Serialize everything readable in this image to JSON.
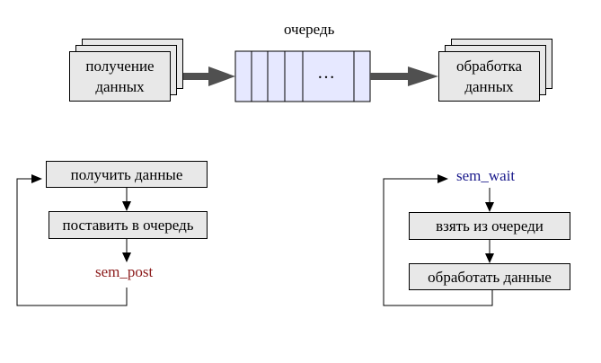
{
  "top": {
    "source_label": "получение\nданных",
    "queue_title": "очередь",
    "queue_ellipsis": "…",
    "sink_label": "обработка\nданных"
  },
  "producer": {
    "step1": "получить данные",
    "step2": "поставить в очередь",
    "signal": "sem_post"
  },
  "consumer": {
    "wait": "sem_wait",
    "step1": "взять из очереди",
    "step2": "обработать данные"
  },
  "colors": {
    "box_fill": "#e8e8e8",
    "queue_fill": "#e6e8ff",
    "arrow_gray": "#505050",
    "post_color": "#8b1a1a",
    "wait_color": "#1a1a8b"
  }
}
